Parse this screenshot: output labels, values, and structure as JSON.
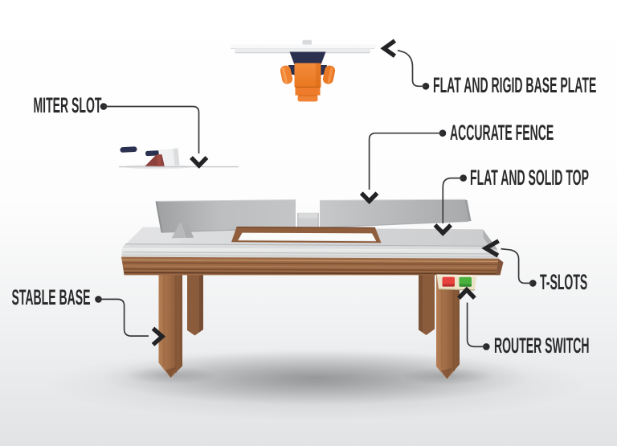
{
  "diagram": {
    "labels": {
      "miter_slot": "MITER SLOT",
      "flat_rigid_base_plate": "FLAT AND RIGID BASE PLATE",
      "accurate_fence": "ACCURATE FENCE",
      "flat_solid_top": "FLAT AND SOLID TOP",
      "t_slots": "T-SLOTS",
      "stable_base": "STABLE BASE",
      "router_switch": "ROUTER SWITCH"
    },
    "colors": {
      "label_text": "#2a2a2c",
      "connector_line": "#3a3a3c",
      "arrowhead": "#232325",
      "table_top_gray": "#d5d6d8",
      "fence_gray": "#b8babc",
      "wood_brown": "#9c6a46",
      "router_orange": "#ee7c2a",
      "router_navy": "#2b3150",
      "switch_plate_cream": "#ebe2c8",
      "switch_red": "#e8423e",
      "switch_green": "#49b23f",
      "background_top": "#ffffff",
      "background_bottom": "#e2e3e5"
    }
  }
}
